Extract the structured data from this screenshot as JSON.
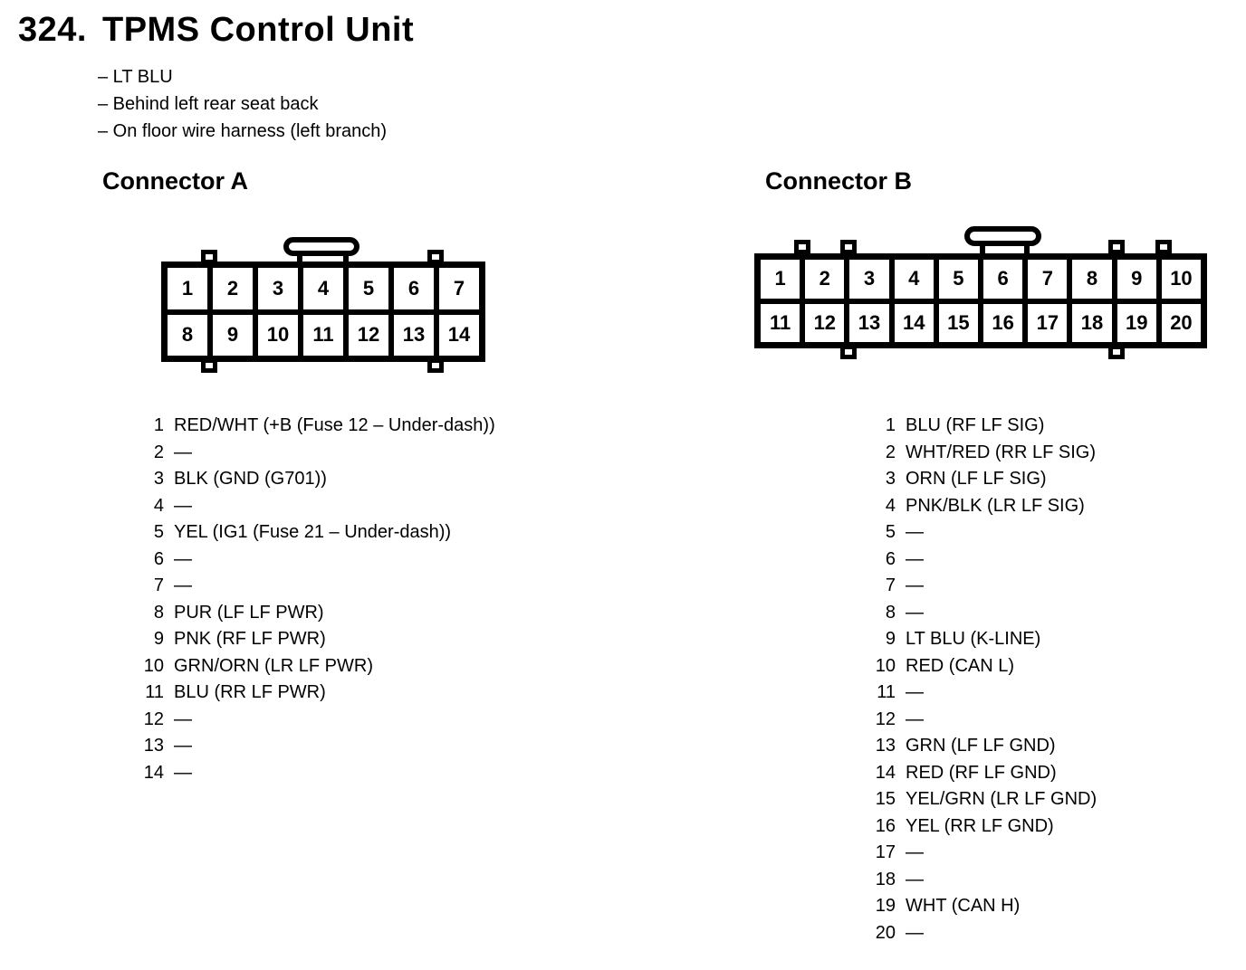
{
  "header": {
    "section_number": "324.",
    "title": "TPMS Control Unit",
    "notes": [
      "– LT BLU",
      "– Behind left rear seat back",
      "– On floor wire harness (left branch)"
    ]
  },
  "colors": {
    "ink": "#000000",
    "paper": "#ffffff"
  },
  "connectors": [
    {
      "id": "a",
      "heading": "Connector A",
      "grid_rows": [
        [
          "1",
          "2",
          "3",
          "4",
          "5",
          "6",
          "7"
        ],
        [
          "8",
          "9",
          "10",
          "11",
          "12",
          "13",
          "14"
        ]
      ],
      "pins": [
        {
          "num": "1",
          "desc": "RED/WHT (+B (Fuse 12 – Under-dash))"
        },
        {
          "num": "2",
          "desc": "—"
        },
        {
          "num": "3",
          "desc": "BLK (GND (G701))"
        },
        {
          "num": "4",
          "desc": "—"
        },
        {
          "num": "5",
          "desc": "YEL (IG1 (Fuse 21 – Under-dash))"
        },
        {
          "num": "6",
          "desc": "—"
        },
        {
          "num": "7",
          "desc": "—"
        },
        {
          "num": "8",
          "desc": "PUR (LF LF PWR)"
        },
        {
          "num": "9",
          "desc": "PNK (RF LF PWR)"
        },
        {
          "num": "10",
          "desc": "GRN/ORN (LR LF PWR)"
        },
        {
          "num": "11",
          "desc": "BLU (RR LF PWR)"
        },
        {
          "num": "12",
          "desc": "—"
        },
        {
          "num": "13",
          "desc": "—"
        },
        {
          "num": "14",
          "desc": "—"
        }
      ]
    },
    {
      "id": "b",
      "heading": "Connector B",
      "grid_rows": [
        [
          "1",
          "2",
          "3",
          "4",
          "5",
          "6",
          "7",
          "8",
          "9",
          "10"
        ],
        [
          "11",
          "12",
          "13",
          "14",
          "15",
          "16",
          "17",
          "18",
          "19",
          "20"
        ]
      ],
      "pins": [
        {
          "num": "1",
          "desc": "BLU (RF LF SIG)"
        },
        {
          "num": "2",
          "desc": "WHT/RED (RR LF SIG)"
        },
        {
          "num": "3",
          "desc": "ORN (LF LF SIG)"
        },
        {
          "num": "4",
          "desc": "PNK/BLK (LR LF SIG)"
        },
        {
          "num": "5",
          "desc": "—"
        },
        {
          "num": "6",
          "desc": "—"
        },
        {
          "num": "7",
          "desc": "—"
        },
        {
          "num": "8",
          "desc": "—"
        },
        {
          "num": "9",
          "desc": "LT BLU (K-LINE)"
        },
        {
          "num": "10",
          "desc": "RED (CAN L)"
        },
        {
          "num": "11",
          "desc": "—"
        },
        {
          "num": "12",
          "desc": "—"
        },
        {
          "num": "13",
          "desc": "GRN (LF LF GND)"
        },
        {
          "num": "14",
          "desc": "RED (RF LF GND)"
        },
        {
          "num": "15",
          "desc": "YEL/GRN (LR LF GND)"
        },
        {
          "num": "16",
          "desc": "YEL (RR LF GND)"
        },
        {
          "num": "17",
          "desc": "—"
        },
        {
          "num": "18",
          "desc": "—"
        },
        {
          "num": "19",
          "desc": "WHT (CAN H)"
        },
        {
          "num": "20",
          "desc": "—"
        }
      ]
    }
  ]
}
